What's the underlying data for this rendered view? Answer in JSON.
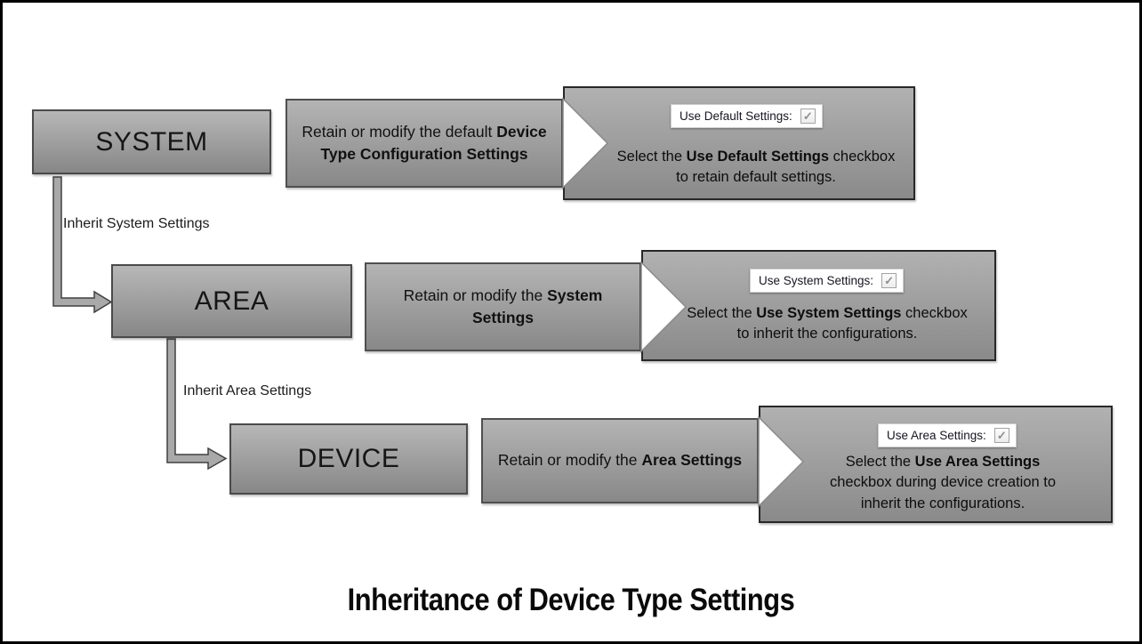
{
  "title": "Inheritance of Device Type Settings",
  "levels": [
    {
      "name": "SYSTEM",
      "connector_label": "Inherit System Settings",
      "retain_text": "Retain or modify the default ",
      "retain_bold": "Device Type Configuration Settings",
      "checkbox_label": "Use Default Settings:",
      "checkbox_state": "checked",
      "select_prefix": "Select the ",
      "select_bold": "Use Default Settings",
      "select_suffix": " checkbox to retain default settings."
    },
    {
      "name": "AREA",
      "connector_label": "Inherit Area Settings",
      "retain_text": "Retain or modify the ",
      "retain_bold": "System Settings",
      "checkbox_label": "Use System Settings:",
      "checkbox_state": "checked",
      "select_prefix": "Select the ",
      "select_bold": "Use System Settings",
      "select_suffix": " checkbox to inherit the configurations."
    },
    {
      "name": "DEVICE",
      "connector_label": "",
      "retain_text": "Retain or modify the ",
      "retain_bold": "Area Settings",
      "checkbox_label": "Use Area Settings:",
      "checkbox_state": "checked",
      "select_prefix": "Select the ",
      "select_bold": "Use Area Settings",
      "select_suffix": " checkbox during device creation to inherit the configurations."
    }
  ],
  "icons": {
    "checkmark": "✓"
  },
  "colors": {
    "box_gradient_top": "#b7b7b7",
    "box_gradient_bottom": "#878787",
    "box_border": "#4a4a4a",
    "panel_border": "#282828",
    "connector_fill": "#a9a9a9",
    "connector_stroke": "#404040",
    "chevron_fill": "#ffffff",
    "strip_background": "#ffffff",
    "text": "#111111"
  }
}
